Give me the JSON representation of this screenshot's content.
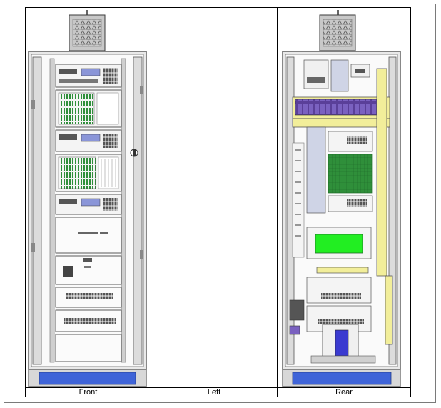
{
  "captions": {
    "front": "Front",
    "left": "Left",
    "rear": "Rear"
  },
  "colors": {
    "outline": "#3a3a3a",
    "panel_fill": "#f2f2f2",
    "plinth_blue": "#3f64d8",
    "module_green": "#2f8f3a",
    "bright_green": "#22ee22",
    "trunking_yellow": "#f2ee9a",
    "terminal_purple": "#5a3f99",
    "display_blue": "#8a95d8",
    "fan_grey": "#b0b0b0"
  },
  "front_cabinet": {
    "rack_units": [
      {
        "name": "controller-unit-1"
      },
      {
        "name": "io-module-rack-1"
      },
      {
        "name": "controller-unit-2"
      },
      {
        "name": "io-module-rack-2"
      },
      {
        "name": "controller-unit-3"
      },
      {
        "name": "power-panel"
      },
      {
        "name": "terminal-row-1"
      },
      {
        "name": "terminal-row-2"
      },
      {
        "name": "blank-panel"
      }
    ]
  },
  "rear_cabinet": {
    "components": [
      "terminal-block-strip",
      "vertical-trunking",
      "green-io-board",
      "bright-green-module",
      "din-rail-terminals",
      "cable-duct",
      "power-supply-unit"
    ]
  }
}
